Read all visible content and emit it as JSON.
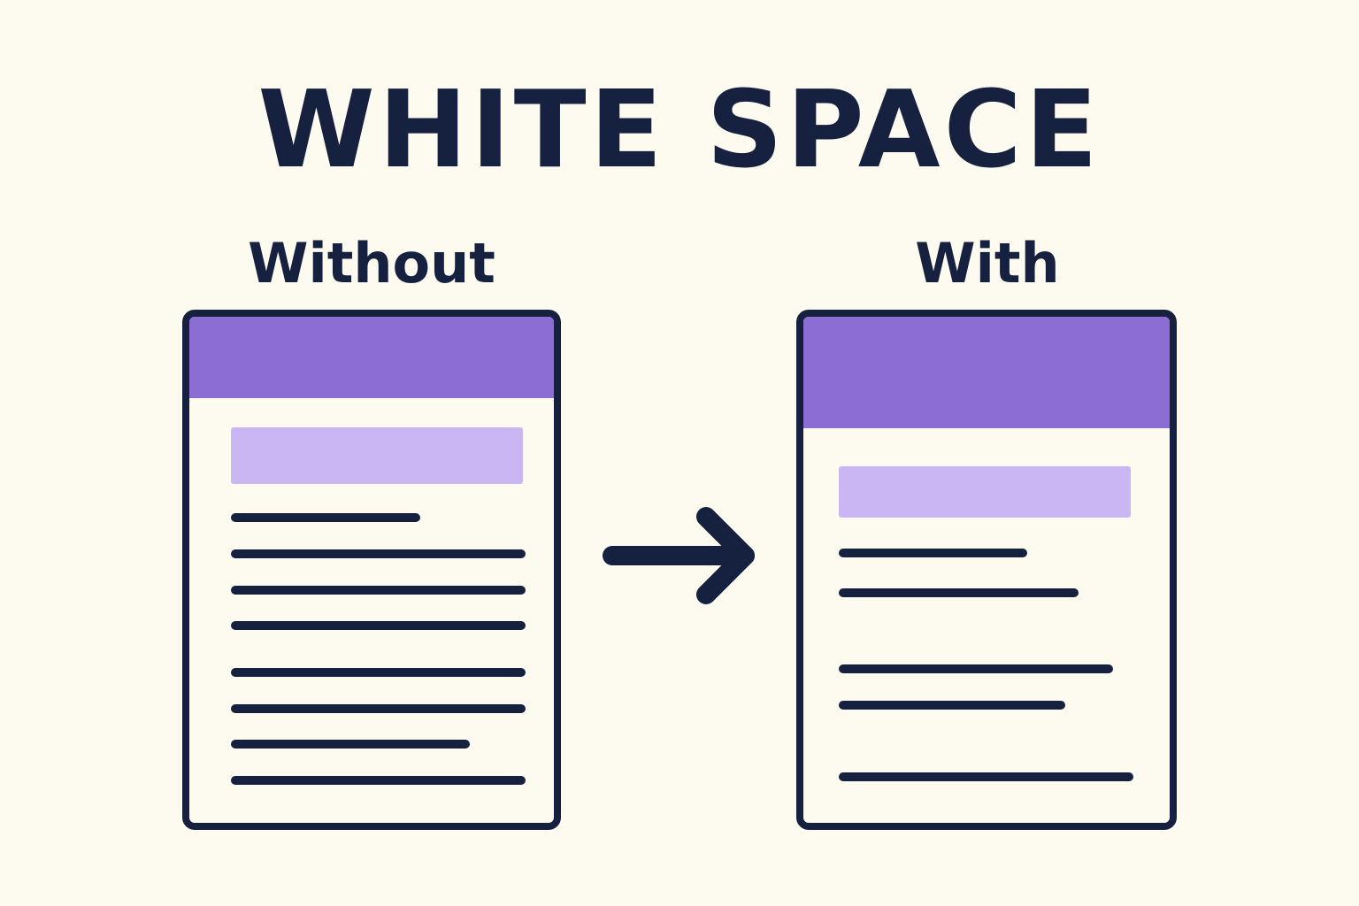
{
  "title": "WHITE SPACE",
  "panels": {
    "without": {
      "label": "Without",
      "text_lines": 8
    },
    "with": {
      "label": "With",
      "text_lines": 5
    }
  },
  "colors": {
    "background": "#FDFBEF",
    "ink": "#16203F",
    "header_purple": "#8B6DD4",
    "heading_block_lavender": "#C9B6F2"
  },
  "icons": {
    "arrow": "arrow-right-icon"
  }
}
